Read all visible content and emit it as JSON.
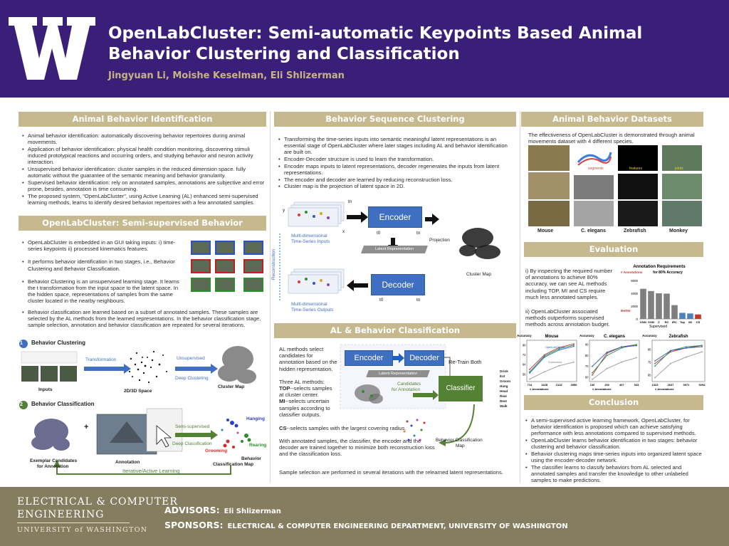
{
  "header": {
    "title_line1": "OpenLabCluster:  Semi-automatic Keypoints Based Animal",
    "title_line2": "Behavior Clustering and Classification",
    "authors": "Jingyuan Li, Moishe Keselman, Eli Shlizerman"
  },
  "colors": {
    "header_bg": "#3a1f78",
    "section_head": "#c6b98f",
    "gold": "#c6b483",
    "footer_bg": "#857d5f",
    "encoder_blue": "#3f6fc0",
    "classifier_green": "#548235"
  },
  "s1": {
    "heading": "Animal Behavior Identification",
    "bullets": [
      "Animal behavior identification: automatically discovering behavior repertoires during animal movements.",
      "Application of behavior identification: physical health condition monitoring, discovering stimuli induced prototypical reactions and occurring orders, and studying behavior and neuron activity interaction.",
      "Unsupervised behavior identification: cluster samples in the reduced dimension space. fully automatic without the guarantee of the semantic meaning and behavior granularity.",
      "Supervised behavior identification: rely on annotated samples, annotations are subjective and error prone, besides, annotation is time consuming.",
      "The proposed system, \"OpenLabCluster\", using Active Learning (AL) enhanced semi-supervised learning methods, learns to identify desired behavior repertoires with a few annotated samples."
    ]
  },
  "s2": {
    "heading": "OpenLabCluster: Semi-supervised Behavior Identification",
    "bullets": [
      "OpenLabCluster is embedded in an GUI taking inputs:  i) time-series keypoints  ii) processed kinematics features.",
      "It  performs behavior identification in two stages, i.e., Behavior Clustering and Behavior Classification.",
      "Behavior Clustering is an unsupervised learning stage. It learns the t transformation from the input space to the latent space. In the hidden space, representations of samples from the same cluster located in the nearby neighbours."
    ],
    "bullet_wide": "Behavior classification are learned based on a subset of annotated samples. These samples are selected by the AL methods from the learned representations. In the behavior classification stage, sample selection, annotation and behavior classification are repeated for several iterations.",
    "fig": {
      "step1_num": "1",
      "step1": "Behavior Clustering",
      "transformation": "Transformation",
      "unsupervised": "Unsupervised",
      "deep_clustering": "Deep Clustering",
      "inputs": "Inputs",
      "space": "2D/3D Space",
      "cluster_map": "Cluster Map",
      "step2_num": "2",
      "step2": "Behavior Classification",
      "semi": "Semi-supervised",
      "deep_class": "Deep Classification",
      "exemplar": "Exemplar Candidates",
      "for_annotation": "for Annotation",
      "annotation": "Annotation",
      "plus": "+",
      "bcm1": "Behavior",
      "bcm2": "Classification Map",
      "hanging": "Hanging",
      "rearing": "Rearing",
      "grooming": "Grooming",
      "iterative": "Iterative/Active Learning"
    }
  },
  "s3": {
    "heading": "Behavior Sequence Clustering",
    "bullets": [
      "Transforming the time-series inputs into semantic meaningful latent representations is an essential stage of OpenLabCluster where later stages including AL and behavior identification are built on.",
      "Encoder-Decoder structure is used to learn the transformation.",
      "Encoder maps inputs to latent representations, decoder regenerates the inputs from latent representations.",
      "The encoder and decoder are learned by reducing reconstruction loss.",
      "Cluster map is the projection of latent space in 2D."
    ],
    "fig": {
      "encoder": "Encoder",
      "decoder": "Decoder",
      "latent": "Latent Representation",
      "projection": "Projection",
      "cluster_map": "Cluster Map",
      "inputs1": "Multi-dimensional",
      "inputs2": "Time-Series Inputs",
      "outputs1": "Multi-dimensional",
      "outputs2": "Time-Series Outputs",
      "reconstruction": "Reconstruction",
      "t0": "t0",
      "tn": "tn",
      "x": "x",
      "y": "y"
    }
  },
  "s4": {
    "heading": "AL & Behavior Classification",
    "p1": "AL methods select candidates for annotation based on the hidden representation.",
    "p2_intro": "Three AL methods:",
    "p2_top_key": "TOP",
    "p2_top": "--selects samples at cluster center.",
    "p2_mi_key": "MI",
    "p2_mi": "--selects uncertain samples according to classifier outputs.",
    "p2_cs_key": "CS",
    "p2_cs": "--selects samples with the largest covering radius.",
    "p3": "With annotated samples, the classifier, the encoder and the decoder are trained together to minimize both reconstruction loss and the classification loss.",
    "p4": "Sample selection are performed in several iterations with the relearned latent representations.",
    "fig": {
      "encoder": "Encoder",
      "decoder": "Decoder",
      "retrain": "Re-Train Both",
      "latent": "Latent Representation",
      "candidates1": "Candidates",
      "candidates2": "for Annotation",
      "classifier": "Classifier",
      "bcm1": "Behavior Classification",
      "bcm2": "Map",
      "classes": [
        "Drink",
        "Eat",
        "Groom",
        "Hang",
        "Head",
        "Rear",
        "Rest",
        "Walk"
      ]
    }
  },
  "s5": {
    "heading": "Animal Behavior Datasets",
    "intro": "The effectiveness of OpenLabCluster is demonstrated through animal movements dataset with 4 different species.",
    "species": [
      "Mouse",
      "C. elegans",
      "Zebrafish",
      "Monkey"
    ],
    "tags": [
      "segments",
      "features",
      "joints"
    ]
  },
  "s6": {
    "heading": "Evaluation",
    "p1": "i) By inspecting the required number of annotations to achieve 80% accuracy, we can see AL methods including TOP, MI and CS require much less annotated samples.",
    "p2": "ii) OpenLabCluster associated methods outperforms supervised methods across annotation budget.",
    "ann_title1": "Annotation Requirements",
    "ann_title2": "for 80% Accuracy",
    "ann_legend": "# Annotations",
    "better": "Better",
    "supervised": "Supervised",
    "mouse": "Mouse",
    "celegans": "C. elegans",
    "zebrafish": "Zebrafish",
    "accuracy": "Accuracy",
    "n_annotations": "# Annotations",
    "openlab": "OpenLabCluster"
  },
  "s7": {
    "heading": "Conclusion",
    "bullets": [
      "A semi-supervised active learning framework, OpenLabCluster, for behavior identification is proposed which can achieve satisfying performance with less annotations compared to supervised methods.",
      "OpenLabCluster learns behavior identification in two stages: behavior clustering and behavior classification.",
      "Behavior clustering maps time-series inputs into organized latent space using the encoder-decoder network.",
      "The classifier learns to classify behaviors from AL selected and annotated samples and transfer the knowledge to other unlabeled samples to make predictions."
    ]
  },
  "footer": {
    "ece1": "ELECTRICAL & COMPUTER",
    "ece2": "ENGINEERING",
    "ece3": "UNIVERSITY of WASHINGTON",
    "advisors_key": "ADVISORS:",
    "advisors_val": "Eli Shlizerman",
    "sponsors_key": "SPONSORS:",
    "sponsors_val": "ELECTRICAL & COMPUTER ENGINEERING DEPARTMENT, UNIVERSITY OF WASHINGTON"
  },
  "chart_data": [
    {
      "type": "bar",
      "title": "Annotation Requirements for 80% Accuracy",
      "ylabel": "# Annotations",
      "categories": [
        "KNN",
        "SVM",
        "C",
        "RC",
        "IRC",
        "Top",
        "MI",
        "CS"
      ],
      "values": [
        4700,
        4350,
        4000,
        3950,
        2150,
        950,
        850,
        700
      ],
      "ylim": [
        0,
        6000
      ],
      "yticks": [
        0,
        2000,
        4000,
        6000
      ]
    },
    {
      "type": "line",
      "title": "Mouse",
      "x": [
        714,
        1428,
        2142,
        2856
      ],
      "xticks": [
        "714",
        "1428",
        "2142",
        "2856"
      ],
      "yticks": [
        "56",
        "64",
        "72",
        "80"
      ],
      "ylim": [
        50,
        84
      ],
      "series": [
        {
          "values": [
            60,
            72,
            78,
            81
          ],
          "color": "#c0392b"
        },
        {
          "values": [
            58,
            71,
            77,
            80
          ],
          "color": "#2e8b57"
        },
        {
          "values": [
            57,
            70,
            76,
            79
          ],
          "color": "#1f5fbf"
        },
        {
          "values": [
            52,
            58,
            63,
            66
          ],
          "color": "#999999"
        }
      ]
    },
    {
      "type": "line",
      "title": "C. elegans",
      "x": [
        136,
        202,
        407,
        543
      ],
      "xticks": [
        "136",
        "202",
        "407",
        "543"
      ],
      "yticks": [
        "60",
        "70",
        "80",
        "90"
      ],
      "ylim": [
        56,
        94
      ],
      "series": [
        {
          "values": [
            62,
            82,
            88,
            90
          ],
          "color": "#c0392b"
        },
        {
          "values": [
            64,
            80,
            87,
            90
          ],
          "color": "#2e8b57"
        },
        {
          "values": [
            70,
            83,
            88,
            89
          ],
          "color": "#1f5fbf"
        },
        {
          "values": [
            58,
            68,
            74,
            78
          ],
          "color": "#999999"
        }
      ]
    },
    {
      "type": "line",
      "title": "Zebrafish",
      "x": [
        1323,
        2647,
        3971,
        5294
      ],
      "xticks": [
        "1323",
        "2647",
        "3971",
        "5294"
      ],
      "yticks": [
        "65",
        "75",
        "85"
      ],
      "ylim": [
        60,
        92
      ],
      "series": [
        {
          "values": [
            74,
            83,
            86,
            88
          ],
          "color": "#c0392b"
        },
        {
          "values": [
            72,
            84,
            87,
            88
          ],
          "color": "#2e8b57"
        },
        {
          "values": [
            76,
            84,
            86,
            87
          ],
          "color": "#1f5fbf"
        },
        {
          "values": [
            63,
            74,
            79,
            83
          ],
          "color": "#999999"
        }
      ]
    }
  ]
}
